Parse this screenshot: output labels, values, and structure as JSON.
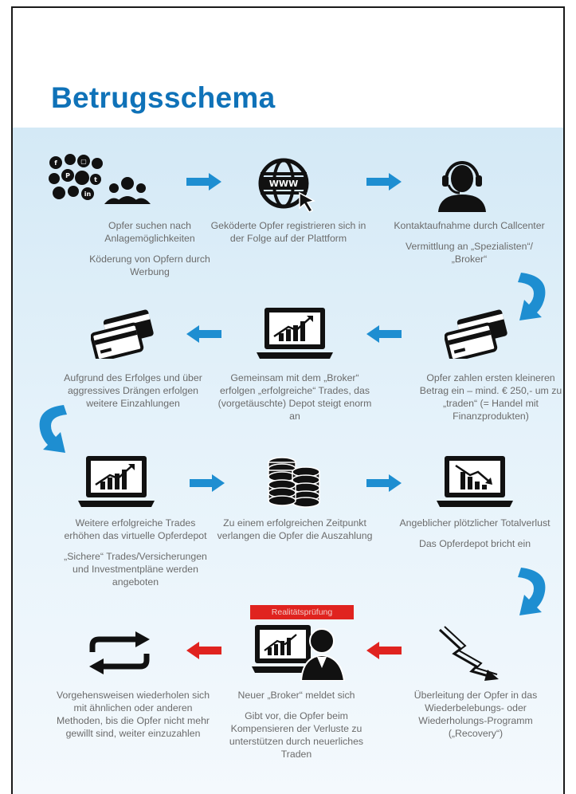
{
  "title": "Betrugsschema",
  "colors": {
    "title": "#0f72b8",
    "arrow_blue": "#1e8ed1",
    "arrow_red": "#e0231f",
    "icon": "#111111",
    "text": "#6b6b6b"
  },
  "steps": [
    {
      "icon": "social-media-group-icon",
      "texts": [
        "Opfer suchen nach Anlagemöglichkeiten",
        "Köderung von Opfern durch Werbung"
      ]
    },
    {
      "icon": "www-globe-icon",
      "texts": [
        "Geköderte Opfer registrieren sich in der Folge auf der Plattform"
      ]
    },
    {
      "icon": "call-center-agent-icon",
      "texts": [
        "Kontaktaufnahme durch Callcenter",
        "Vermittlung an „Spezialisten“/„Broker“"
      ]
    },
    {
      "icon": "credit-cards-icon",
      "texts": [
        "Opfer zahlen ersten kleineren Betrag ein – mind. € 250,- um zu „traden“ (= Handel mit Finanzprodukten)"
      ]
    },
    {
      "icon": "laptop-rising-chart-icon",
      "texts": [
        "Gemeinsam mit dem „Broker“ erfolgen „erfolgreiche“ Trades, das (vorgetäuschte) Depot steigt enorm an"
      ]
    },
    {
      "icon": "credit-cards-icon",
      "texts": [
        "Aufgrund des Erfolges und über aggressives Drängen erfolgen weitere Einzahlungen"
      ]
    },
    {
      "icon": "laptop-rising-chart-icon",
      "texts": [
        "Weitere erfolgreiche Trades erhöhen das virtuelle Opferdepot",
        "„Sichere“ Trades/Versicherungen und Investmentpläne werden angeboten"
      ]
    },
    {
      "icon": "coin-stacks-icon",
      "texts": [
        "Zu einem erfolgreichen Zeitpunkt verlangen die Opfer die Auszahlung"
      ]
    },
    {
      "icon": "laptop-falling-chart-icon",
      "texts": [
        "Angeblicher plötzlicher Totalverlust",
        "Das Opferdepot bricht ein"
      ]
    },
    {
      "icon": "broken-arrow-icon",
      "texts": [
        "Überleitung der Opfer in das Wiederbelebungs- oder Wiederholungs-Programm („Recovery“)"
      ]
    },
    {
      "icon": "laptop-broker-icon",
      "badge": "Realitätsprüfung",
      "texts": [
        "Neuer „Broker“ meldet sich",
        "Gibt vor, die Opfer beim Kompensieren der Verluste zu unterstützen durch neuerliches Traden"
      ]
    },
    {
      "icon": "repeat-loop-icon",
      "texts": [
        "Vorgehensweisen wiederholen sich mit ähnlichen oder anderen Methoden, bis die Opfer nicht mehr gewillt sind, weiter einzuzahlen"
      ]
    }
  ]
}
